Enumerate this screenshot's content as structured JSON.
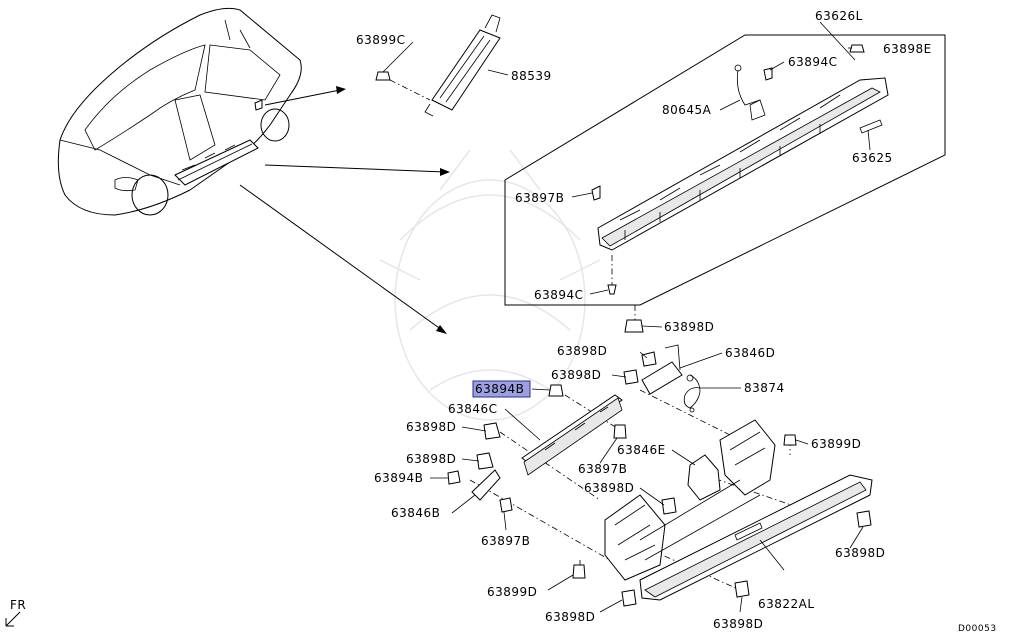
{
  "diagram": {
    "code": "D00053",
    "direction": "FR",
    "highlighted_part": "63894B",
    "highlight_color": "#9aa0e0",
    "labels": {
      "p_63899C": "63899C",
      "p_88539": "88539",
      "p_63626L": "63626L",
      "p_63898E": "63898E",
      "p_63894C_top": "63894C",
      "p_80645A": "80645A",
      "p_63625": "63625",
      "p_63897B_top": "63897B",
      "p_63894C_low": "63894C",
      "p_63898D_a": "63898D",
      "p_63898D_b": "63898D",
      "p_63846D": "63846D",
      "p_63898D_c": "63898D",
      "p_83874": "83874",
      "p_63894B_hl": "63894B",
      "p_63846C": "63846C",
      "p_63898D_d": "63898D",
      "p_63899D_right": "63899D",
      "p_63846E": "63846E",
      "p_63898D_e": "63898D",
      "p_63897B_mid": "63897B",
      "p_63894B": "63894B",
      "p_63898D_f": "63898D",
      "p_63846B": "63846B",
      "p_63898D_g": "63898D",
      "p_63897B_low": "63897B",
      "p_63899D_low": "63899D",
      "p_63822AL": "63822AL",
      "p_63898D_h": "63898D",
      "p_63898D_i": "63898D"
    }
  }
}
